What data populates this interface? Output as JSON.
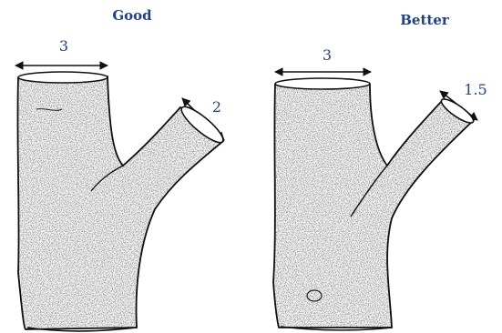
{
  "panels": [
    {
      "title": "Good",
      "trunk_label": "3",
      "branch_label": "2",
      "trunk_diameter": 3,
      "branch_diameter": 2
    },
    {
      "title": "Better",
      "trunk_label": "3",
      "branch_label": "1.5",
      "trunk_diameter": 3,
      "branch_diameter": 1.5
    }
  ],
  "colors": {
    "label": "#1f3f8f",
    "ink": "#111111",
    "background": "#ffffff"
  }
}
